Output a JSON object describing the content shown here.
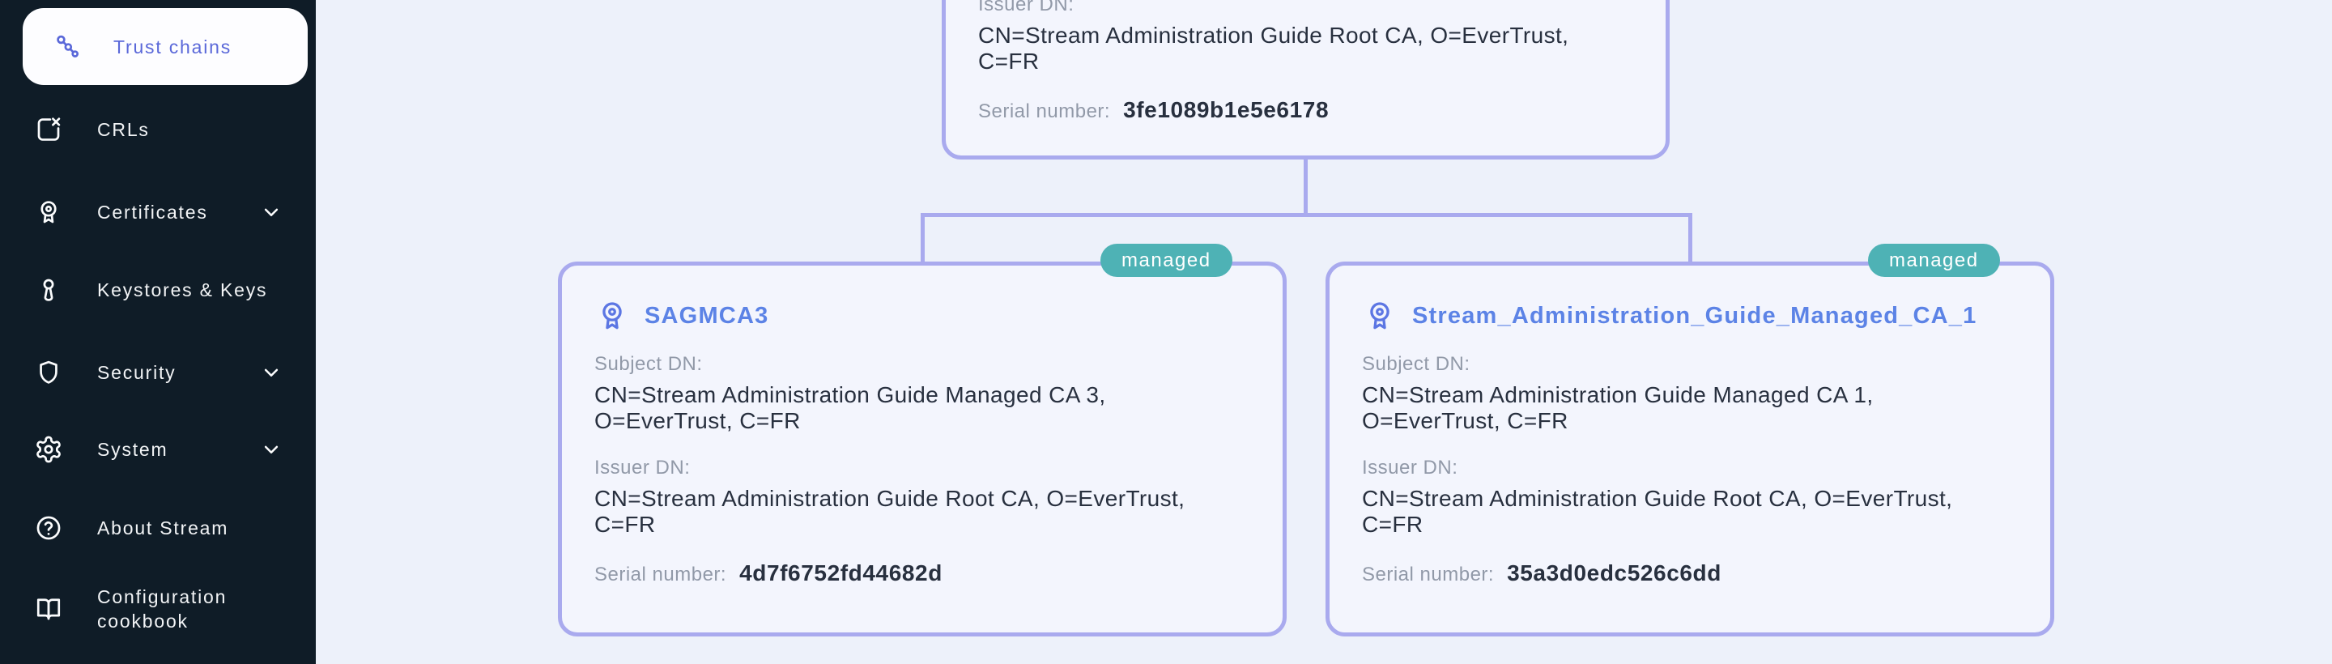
{
  "colors": {
    "sidebar_bg": "#0f1c27",
    "page_bg": "#edf1fa",
    "card_bg": "#f3f5fd",
    "card_border": "#a9aaee",
    "connector": "#a9aaee",
    "active_item_bg": "#fdfdff",
    "active_item_accent": "#5a68d9",
    "sidebar_text": "#f2f4f6",
    "managed_badge_bg": "#4eb2b5",
    "managed_badge_text": "#ffffff",
    "card_title_blue": "#5c83e6",
    "card_icon_blue": "#5c76e3",
    "label_gray": "#9199a8",
    "value_dark": "#28303f"
  },
  "sidebar": {
    "items": [
      {
        "label": "Trust chains",
        "icon": "chain-nodes-icon",
        "active": true,
        "expandable": false
      },
      {
        "label": "CRLs",
        "icon": "box-x-icon",
        "active": false,
        "expandable": false
      },
      {
        "label": "Certificates",
        "icon": "award-badge-icon",
        "active": false,
        "expandable": true
      },
      {
        "label": "Keystores & Keys",
        "icon": "key-icon",
        "active": false,
        "expandable": false
      },
      {
        "label": "Security",
        "icon": "shield-icon",
        "active": false,
        "expandable": true
      },
      {
        "label": "System",
        "icon": "gear-icon",
        "active": false,
        "expandable": true
      },
      {
        "label": "About Stream",
        "icon": "question-circle-icon",
        "active": false,
        "expandable": false
      },
      {
        "label": "Configuration cookbook",
        "icon": "open-book-icon",
        "active": false,
        "expandable": false
      }
    ]
  },
  "trust_chain": {
    "root_ca": {
      "issuer_label": "Issuer DN:",
      "issuer_dn": "CN=Stream Administration Guide Root CA, O=EverTrust, C=FR",
      "serial_label": "Serial number:",
      "serial_number": "3fe1089b1e5e6178"
    },
    "children": [
      {
        "badge": "managed",
        "title": "SAGMCA3",
        "icon": "award-badge-icon",
        "subject_label": "Subject DN:",
        "subject_dn": "CN=Stream Administration Guide Managed CA 3, O=EverTrust, C=FR",
        "issuer_label": "Issuer DN:",
        "issuer_dn": "CN=Stream Administration Guide Root CA, O=EverTrust, C=FR",
        "serial_label": "Serial number:",
        "serial_number": "4d7f6752fd44682d"
      },
      {
        "badge": "managed",
        "title": "Stream_Administration_Guide_Managed_CA_1",
        "icon": "award-badge-icon",
        "subject_label": "Subject DN:",
        "subject_dn": "CN=Stream Administration Guide Managed CA 1, O=EverTrust, C=FR",
        "issuer_label": "Issuer DN:",
        "issuer_dn": "CN=Stream Administration Guide Root CA, O=EverTrust, C=FR",
        "serial_label": "Serial number:",
        "serial_number": "35a3d0edc526c6dd"
      }
    ]
  }
}
